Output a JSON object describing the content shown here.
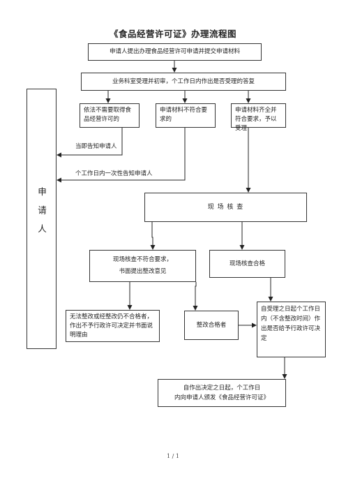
{
  "title": "《食品经营许可证》办理流程图",
  "applicant": "申请人",
  "boxes": {
    "submit": "申请人提出办理食品经营许可申请并提交申请材料",
    "review": "业务科室受理并初审，个工作日内作出是否受理的答复",
    "no_need": "依法不需要取得食品经营许可的",
    "not_meet": "申请材料不符合要求的",
    "complete": "申请材料齐全并符合要求，予以受理",
    "inspection": "现 场 核 查",
    "insp_fail_line1": "现场核查不符合要求，",
    "insp_fail_line2": "书面提出整改意见",
    "insp_pass": "现场核查合格",
    "reject": "无法整改或经整改仍不合格者，作出不予行政许可决定并书面说明理由",
    "rectified": "整改合格者",
    "decide": "自受理之日起个工作日内（不含整改时间）作出是否给予行政许可决定",
    "issue_line1": "自作出决定之日起，个工作日",
    "issue_line2": "内向申请人颁发《食品经营许可证》"
  },
  "notes": {
    "notify_now": "当即告知申请人",
    "notify_once": "个工作日内一次性告知申请人"
  },
  "footer": "1 / 1"
}
